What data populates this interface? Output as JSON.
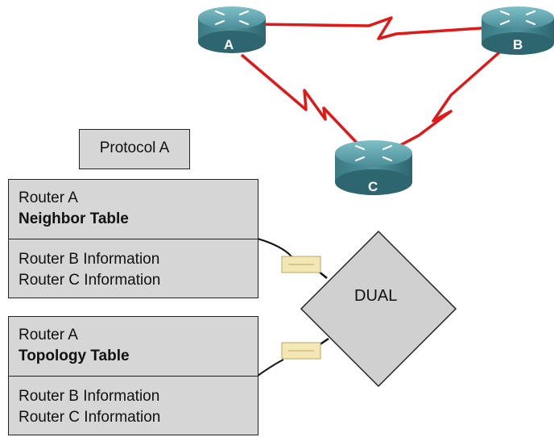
{
  "routers": [
    {
      "label": "A"
    },
    {
      "label": "B"
    },
    {
      "label": "C"
    }
  ],
  "protocol_label": "Protocol A",
  "neighbor_table": {
    "line1": "Router A",
    "title": "Neighbor Table",
    "entries": [
      "Router B Information",
      "Router C Information"
    ]
  },
  "topology_table": {
    "line1": "Router A",
    "title": "Topology Table",
    "entries": [
      "Router B Information",
      "Router C Information"
    ]
  },
  "dual_label": "DUAL",
  "colors": {
    "link": "#e01818",
    "router_top": "#5a9ea6",
    "router_side": "#3c7a84",
    "table_fill": "#d6d6d6",
    "diamond_fill": "#d0d0d0",
    "packet": "#f3e7b3"
  }
}
